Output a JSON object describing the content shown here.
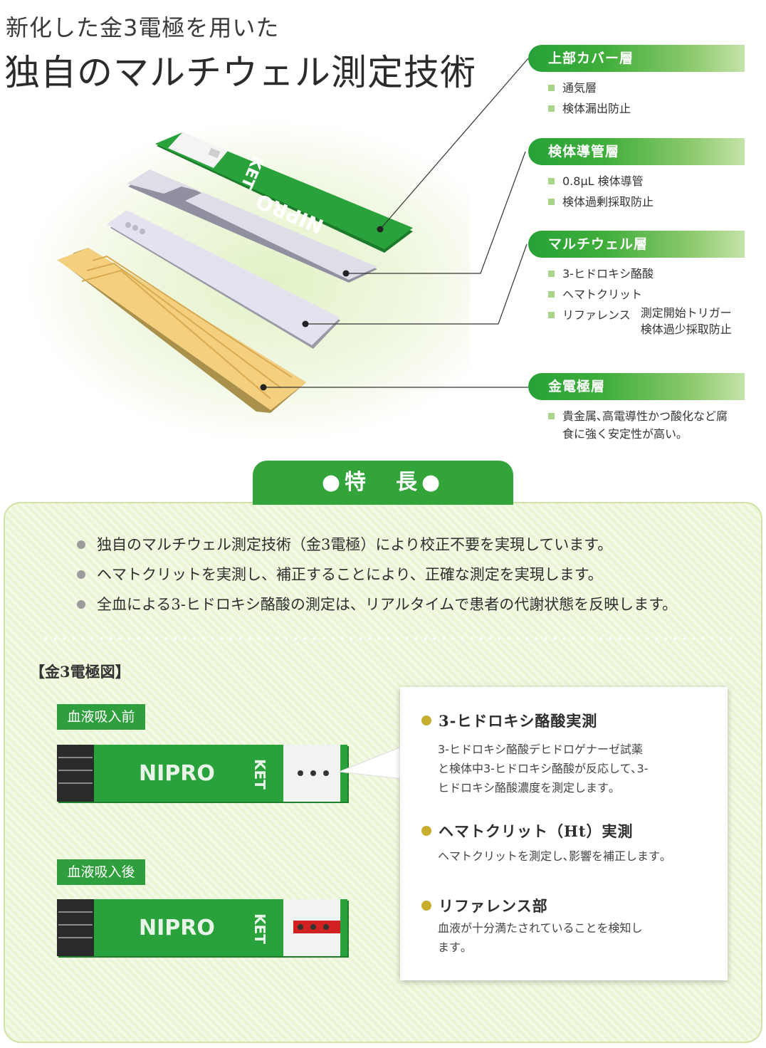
{
  "header": {
    "subtitle": "新化した金3電極を用いた",
    "title": "独自のマルチウェル測定技術"
  },
  "strip_illustration": {
    "logo_text": "NIPRO",
    "logo_mark": "KET",
    "colors": {
      "green": "#2aa23c",
      "silver": "#dcdcea",
      "gold": "#f0c870"
    }
  },
  "layers": [
    {
      "title": "上部カバー層",
      "items": [
        "通気層",
        "検体漏出防止"
      ]
    },
    {
      "title": "検体導管層",
      "items": [
        "0.8μL 検体導管",
        "検体過剰採取防止"
      ]
    },
    {
      "title": "マルチウェル層",
      "items": [
        "3-ヒドロキシ酪酸",
        "ヘマトクリット"
      ],
      "ref_label": "リファレンス",
      "ref_notes": [
        "測定開始トリガー",
        "検体過少採取防止"
      ]
    },
    {
      "title": "金電極層",
      "items": [
        "貴金属､高電導性かつ酸化など腐"
      ],
      "cont": "食に強く安定性が高い｡"
    }
  ],
  "features_tab": "●特　長●",
  "features": [
    "独自のマルチウェル測定技術（金3電極）により校正不要を実現しています。",
    "ヘマトクリットを実測し、補正することにより、正確な測定を実現します。",
    "全血による3-ヒドロキシ酪酸の測定は、リアルタイムで患者の代謝状態を反映します。"
  ],
  "diagram": {
    "title": "【金3電極図】",
    "before_label": "血液吸入前",
    "after_label": "血液吸入後",
    "strip_logo": "NIPRO",
    "strip_mark": "KET"
  },
  "info": [
    {
      "heading": "3-ヒドロキシ酪酸実測",
      "lines": [
        "3-ヒドロキシ酪酸デヒドロゲナーゼ試薬",
        "と検体中3-ヒドロキシ酪酸が反応して､3-",
        "ヒドロキシ酪酸濃度を測定します｡"
      ]
    },
    {
      "heading": "ヘマトクリット（Ht）実測",
      "lines": [
        "ヘマトクリットを測定し､影響を補正します｡"
      ]
    },
    {
      "heading": "リファレンス部",
      "lines": [
        "血液が十分満たされていることを検知し",
        "ます｡"
      ]
    }
  ]
}
